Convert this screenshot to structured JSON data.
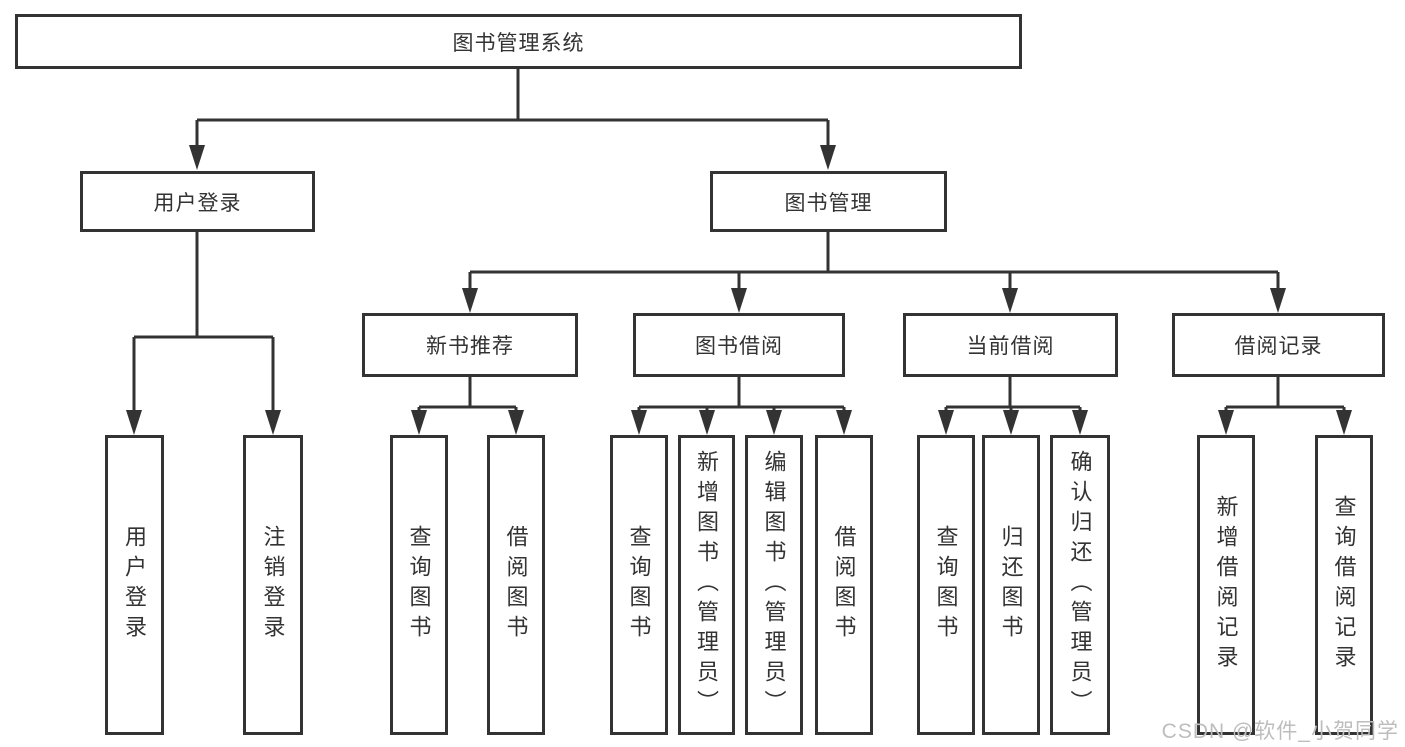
{
  "diagram": {
    "tree": {
      "root": {
        "label": "图书管理系统",
        "children": [
          {
            "label": "用户登录",
            "children": [
              {
                "label": "用户登录"
              },
              {
                "label": "注销登录"
              }
            ]
          },
          {
            "label": "图书管理",
            "children": [
              {
                "label": "新书推荐",
                "children": [
                  {
                    "label": "查询图书"
                  },
                  {
                    "label": "借阅图书"
                  }
                ]
              },
              {
                "label": "图书借阅",
                "children": [
                  {
                    "label": "查询图书"
                  },
                  {
                    "label": "新增图书（管理员）"
                  },
                  {
                    "label": "编辑图书（管理员）"
                  },
                  {
                    "label": "借阅图书"
                  }
                ]
              },
              {
                "label": "当前借阅",
                "children": [
                  {
                    "label": "查询图书"
                  },
                  {
                    "label": "归还图书"
                  },
                  {
                    "label": "确认归还（管理员）"
                  }
                ]
              },
              {
                "label": "借阅记录",
                "children": [
                  {
                    "label": "新增借阅记录"
                  },
                  {
                    "label": "查询借阅记录"
                  }
                ]
              }
            ]
          }
        ]
      }
    },
    "colors": {
      "line": "#333333",
      "text": "#333333",
      "box_background": "#ffffff",
      "watermark": "#bdbdbd"
    }
  },
  "watermark": "CSDN @软件_小贺同学"
}
